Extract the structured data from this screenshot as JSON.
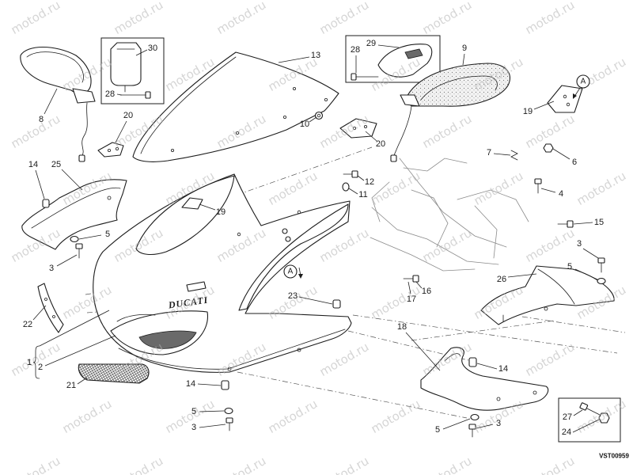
{
  "diagram": {
    "drawing_code": "VST00959",
    "watermark": "motod.ru",
    "logo_text": "DUCATI",
    "reference_marker": "A"
  },
  "callouts": [
    "30",
    "28",
    "8",
    "20",
    "13",
    "10",
    "29",
    "28",
    "9",
    "19",
    "20",
    "7",
    "6",
    "14",
    "25",
    "12",
    "11",
    "4",
    "19",
    "15",
    "5",
    "3",
    "3",
    "5",
    "26",
    "17",
    "16",
    "23",
    "22",
    "18",
    "1",
    "2",
    "14",
    "21",
    "14",
    "5",
    "3",
    "5",
    "3",
    "27",
    "24"
  ]
}
